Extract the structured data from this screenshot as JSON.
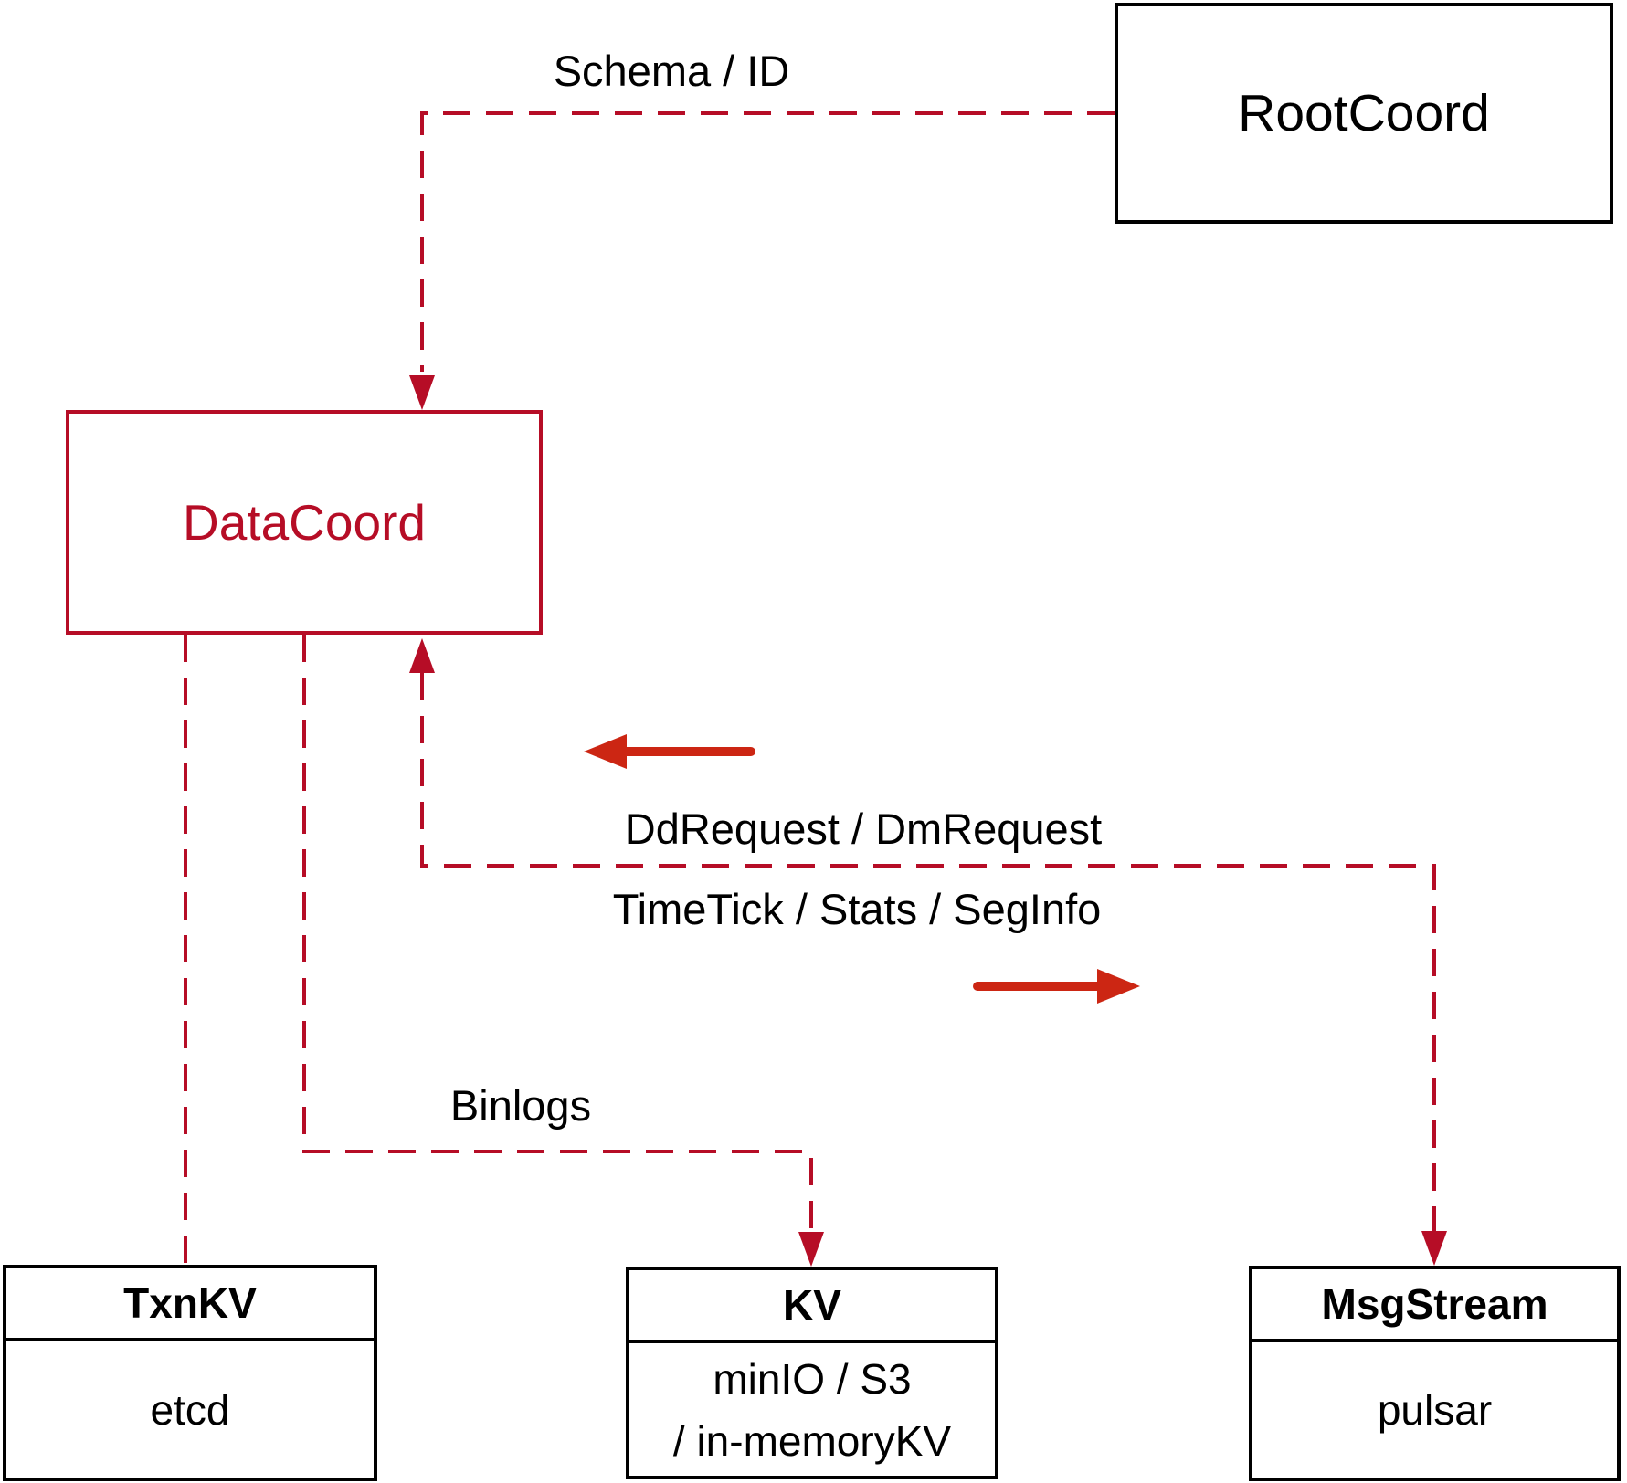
{
  "diagram": {
    "nodes": {
      "rootcoord": {
        "label": "RootCoord"
      },
      "datacoord": {
        "label": "DataCoord"
      },
      "txnkv": {
        "title": "TxnKV",
        "body": "etcd"
      },
      "kv": {
        "title": "KV",
        "body_line1": "minIO / S3",
        "body_line2": "/ in-memoryKV"
      },
      "msgstream": {
        "title": "MsgStream",
        "body": "pulsar"
      }
    },
    "edge_labels": {
      "schema_id": "Schema / ID",
      "dd_dm_request": "DdRequest / DmRequest",
      "timetick_stats_seginfo": "TimeTick / Stats / SegInfo",
      "binlogs": "Binlogs"
    },
    "colors": {
      "dashed_connector": "#b60d26",
      "datacoord_accent": "#b60d26",
      "solid_arrow": "#cc2613",
      "box_border": "#000000",
      "label_text": "#000000",
      "background": "#ffffff"
    }
  }
}
